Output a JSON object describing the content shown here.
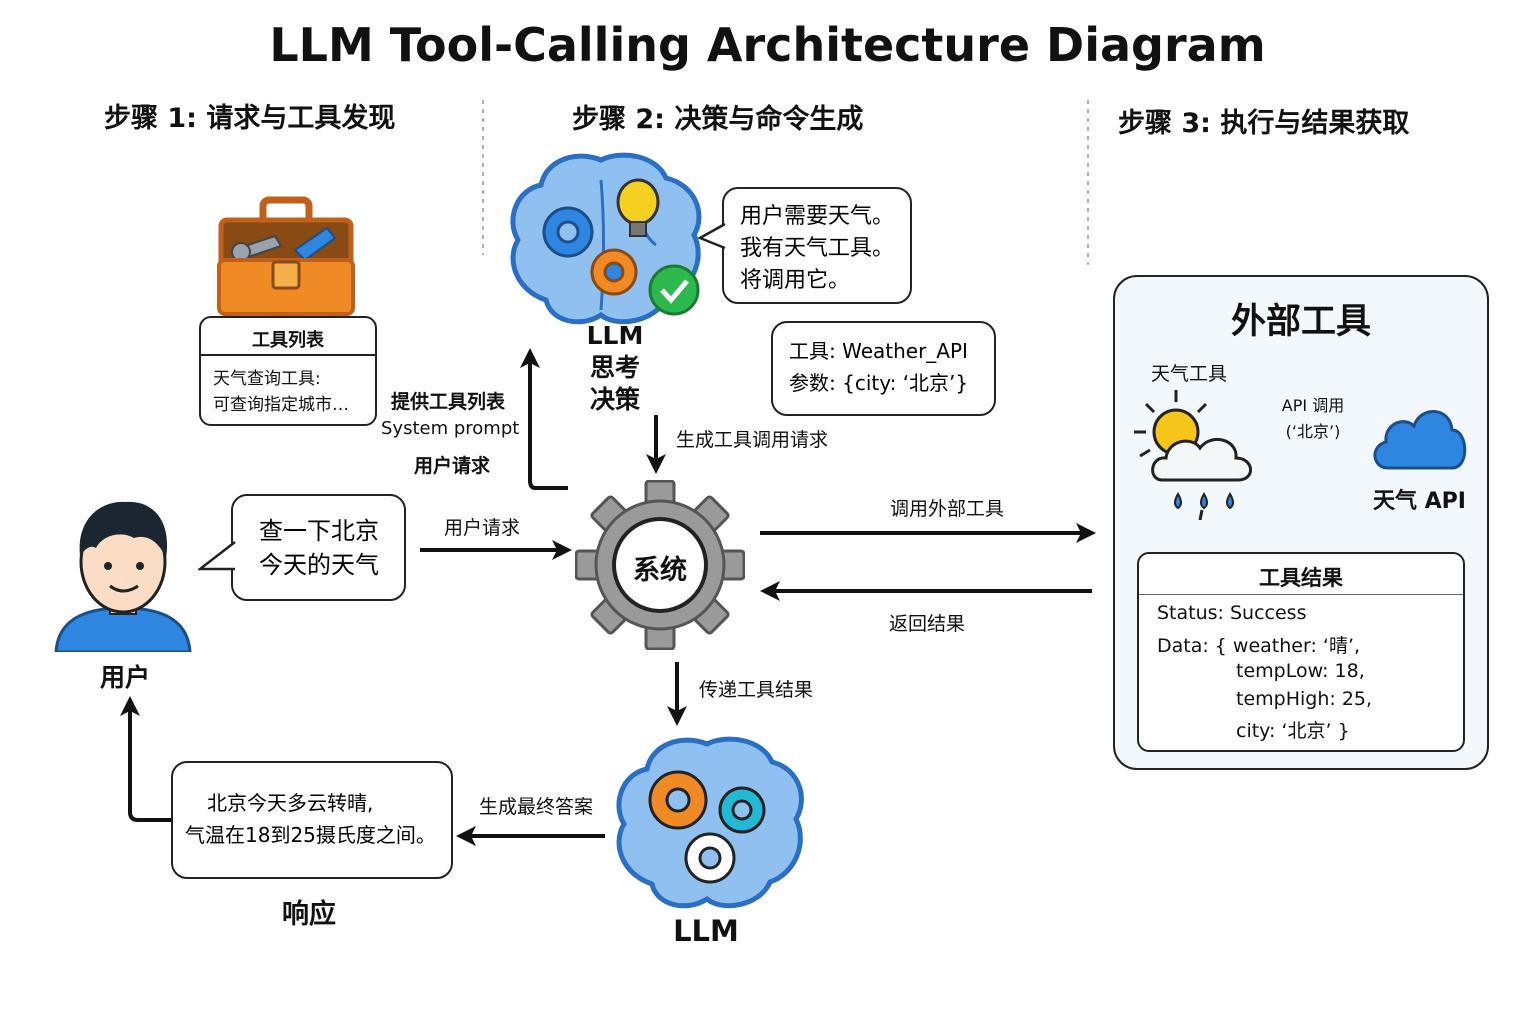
{
  "title": "LLM Tool-Calling Architecture Diagram",
  "steps": {
    "step1": "步骤 1: 请求与工具发现",
    "step2": "步骤 2: 决策与命令生成",
    "step3": "步骤 3: 执行与结果获取"
  },
  "toolbox": {
    "header": "工具列表",
    "line1": "天气查询工具:",
    "line2": "可查询指定城市…"
  },
  "provide_labels": {
    "line1": "提供工具列表",
    "line2": "System prompt",
    "line3": "用户请求"
  },
  "llm_think": {
    "line1": "LLM",
    "line2": "思考",
    "line3": "决策"
  },
  "thought_bubble": {
    "line1": "用户需要天气。",
    "line2": "我有天气工具。",
    "line3": "将调用它。"
  },
  "tool_call": {
    "line1": "工具: Weather_API",
    "line2": "参数: {city: ‘北京’}"
  },
  "generate_call_label": "生成工具调用请求",
  "user": {
    "label": "用户",
    "query_line1": "查一下北京",
    "query_line2": "今天的天气"
  },
  "user_request_label": "用户请求",
  "system_label": "系统",
  "call_external_label": "调用外部工具",
  "return_result_label": "返回结果",
  "pass_result_label": "传递工具结果",
  "external": {
    "title": "外部工具",
    "weather_tool": "天气工具",
    "api_call_line1": "API 调用",
    "api_call_line2": "(‘北京’)",
    "weather_api": "天气 API",
    "result_header": "工具结果",
    "result_lines": [
      "Status: Success",
      "Data: { weather: ‘晴’,",
      "tempLow: 18,",
      "tempHigh: 25,",
      "city: ‘北京’ }"
    ]
  },
  "response": {
    "line1": "北京今天多云转晴,",
    "line2": "气温在18到25摄氏度之间。",
    "label": "响应"
  },
  "final_answer_label": "生成最终答案",
  "llm_bottom_label": "LLM",
  "colors": {
    "brain_blue": "#8fc0ef",
    "brain_outline": "#2a6fc4",
    "gear_orange": "#f08a24",
    "gear_cyan": "#22b8d6",
    "gear_gray": "#9a9a9a",
    "check_green": "#2db84d",
    "cloud_blue": "#2f86e0",
    "sun_yellow": "#f5c518",
    "toolbox_orange": "#f08a24"
  }
}
